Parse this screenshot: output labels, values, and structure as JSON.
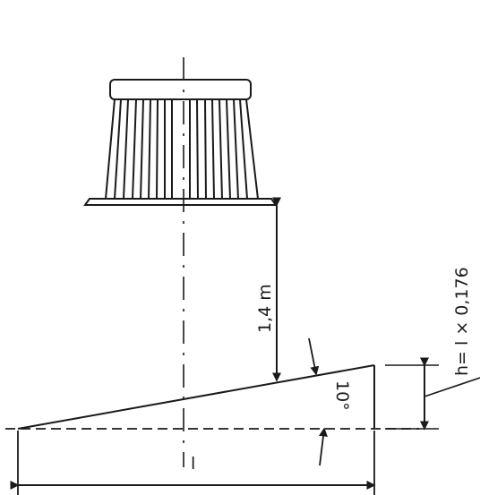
{
  "labels": {
    "height_distance": "1,4 m",
    "angle": "10°",
    "formula": "h= l × 0,176",
    "length_symbol": "l"
  },
  "colors": {
    "line": "#1a1a1a",
    "background": "#ffffff"
  },
  "icons": {
    "arrowheads": "filled-triangle-arrow",
    "fitting": "lamp-fixture-with-vertical-ribs"
  }
}
